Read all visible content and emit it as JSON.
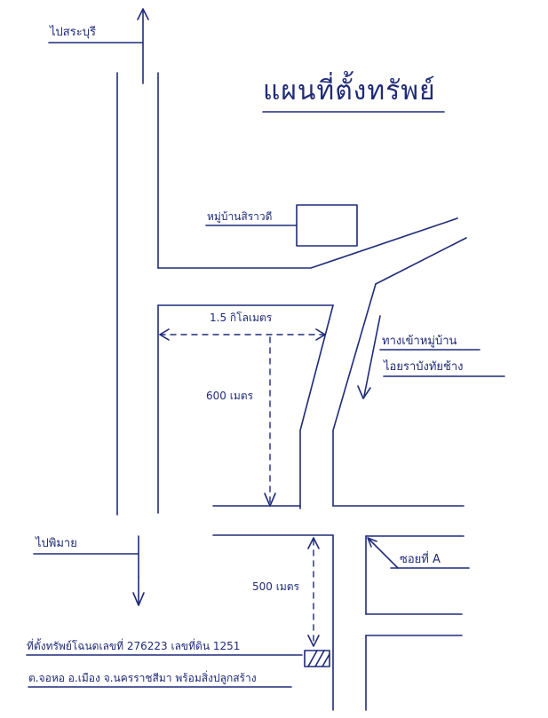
{
  "title": "แผนที่ตั้งทรัพย์",
  "labels": {
    "to_saraburi": "ไปสระบุรี",
    "village_sirawee": "หมู่บ้านสิราวดี",
    "distance_1_5km": "1.5 กิโลเมตร",
    "distance_600m": "600 เมตร",
    "entrance_line1": "ทางเข้าหมู่บ้าน",
    "entrance_line2": "ไอยราบังทัยช้าง",
    "to_phimai": "ไปพิมาย",
    "soi_a": "ซอยที่ A",
    "distance_500m": "500 เมตร",
    "address_line1": "ที่ตั้งทรัพย์โฉนดเลขที่ 276223 เลขที่ดิน 1251",
    "address_line2": "ต.จอหอ อ.เมือง จ.นครราชสีมา พร้อมสิ่งปลูกสร้าง"
  },
  "colors": {
    "ink": "#1f2b78",
    "paper": "#ffffff"
  }
}
